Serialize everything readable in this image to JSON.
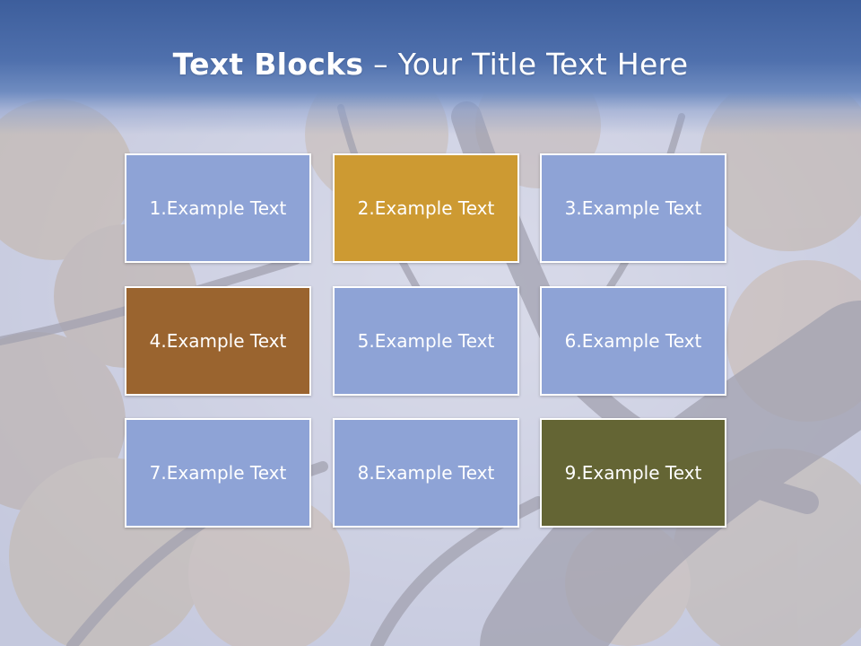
{
  "title": {
    "bold": "Text Blocks",
    "dash": " – ",
    "rest": "Your Title Text Here"
  },
  "blocks": [
    {
      "label": "1.Example Text",
      "color": "#8ea3d6"
    },
    {
      "label": "2.Example Text",
      "color": "#cd9a32"
    },
    {
      "label": "3.Example Text",
      "color": "#8ea3d6"
    },
    {
      "label": "4.Example Text",
      "color": "#9a642f"
    },
    {
      "label": "5.Example Text",
      "color": "#8ea3d6"
    },
    {
      "label": "6.Example Text",
      "color": "#8ea3d6"
    },
    {
      "label": "7.Example Text",
      "color": "#8ea3d6"
    },
    {
      "label": "8.Example Text",
      "color": "#8ea3d6"
    },
    {
      "label": "9.Example Text",
      "color": "#646534"
    }
  ],
  "colors": {
    "title_band": "#4a6aa8",
    "title_text": "#ffffff",
    "block_border": "#ffffff"
  }
}
